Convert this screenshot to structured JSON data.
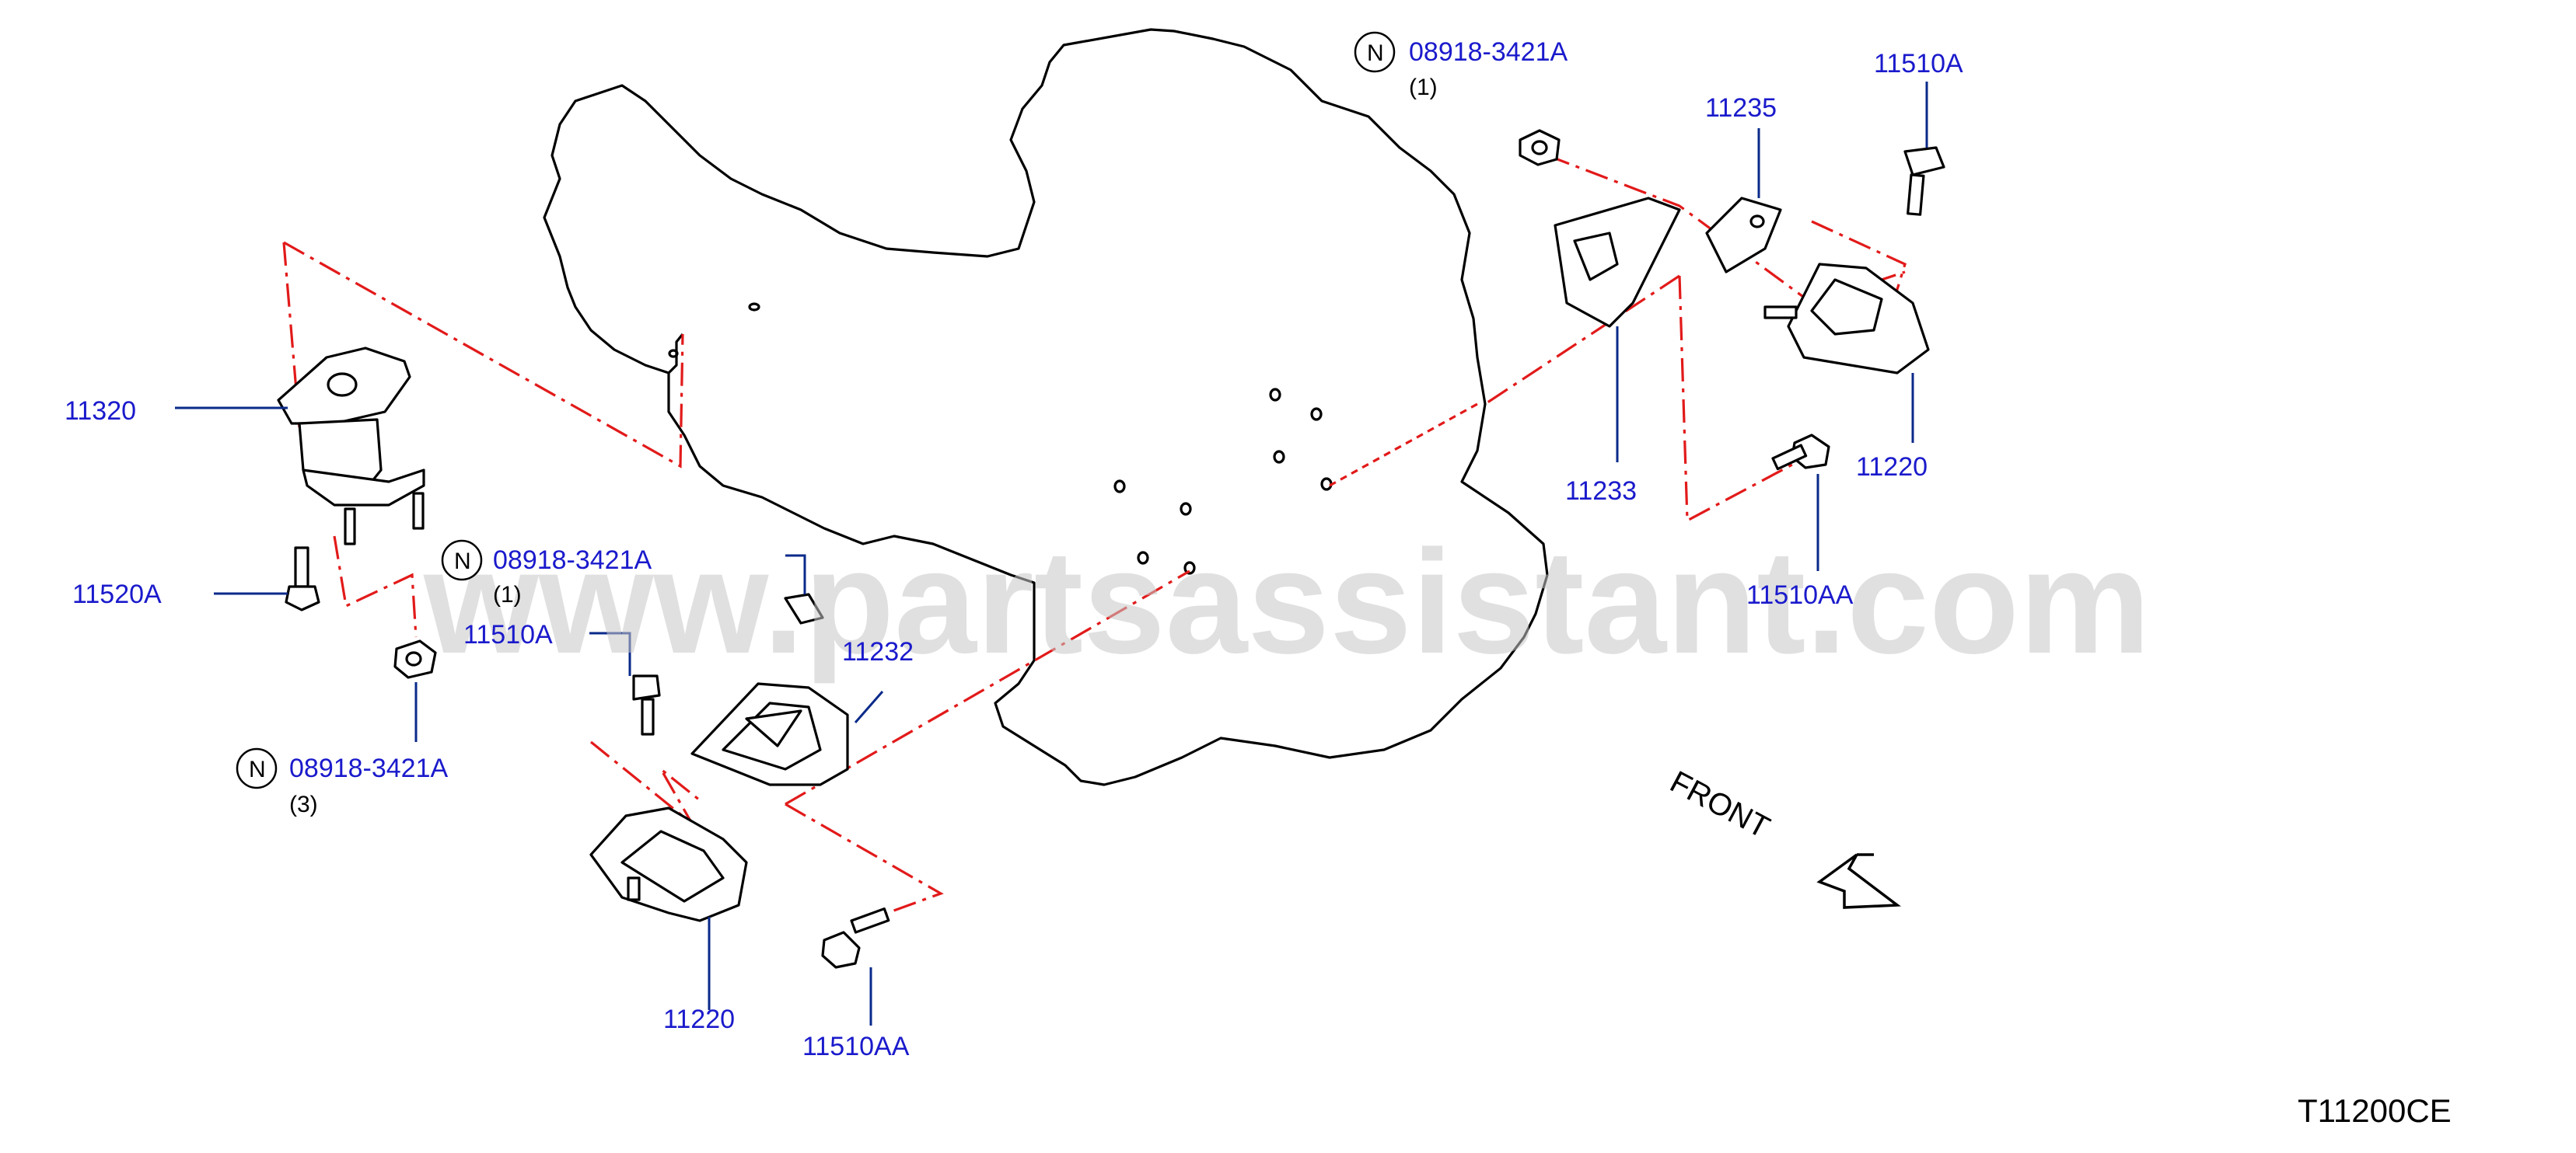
{
  "watermark": "www.partsassistant.com",
  "diagram_code": "T11200CE",
  "front_label": "FRONT",
  "n_symbol": "N",
  "labels": {
    "p11320": "11320",
    "p11520A": "11520A",
    "nut_left": "08918-3421A",
    "nut_left_qty": "(3)",
    "nut_mid": "08918-3421A",
    "nut_mid_qty": "(1)",
    "p11510A_left": "11510A",
    "p11232": "11232",
    "p11220_left": "11220",
    "p11510AA_left": "11510AA",
    "nut_top": "08918-3421A",
    "nut_top_qty": "(1)",
    "p11235": "11235",
    "p11510A_right": "11510A",
    "p11233": "11233",
    "p11220_right": "11220",
    "p11510AA_right": "11510AA"
  }
}
